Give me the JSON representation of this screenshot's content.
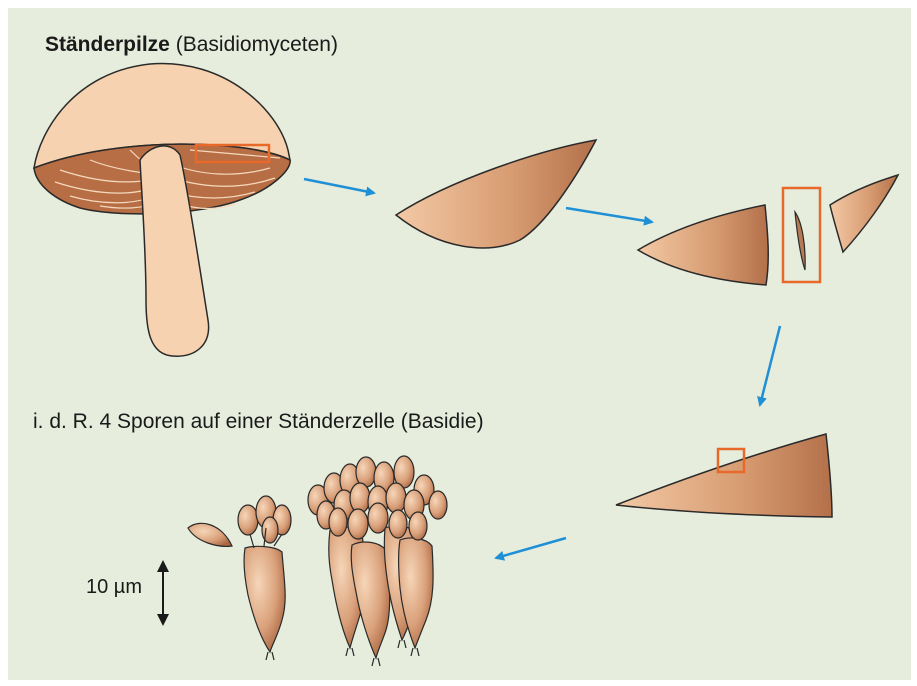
{
  "title": {
    "bold": "Ständerpilze",
    "normal": "(Basidiomyceten)"
  },
  "caption": "i. d. R. 4 Sporen auf einer Ständerzelle (Basidie)",
  "scale_bar": {
    "label": "10 µm"
  },
  "colors": {
    "background": "#e6eddd",
    "cap": "#f6d2b0",
    "gills": "#b86e44",
    "tissue": "#cf9066",
    "highlight_box": "#e8692a",
    "arrow": "#1f8fd6"
  }
}
